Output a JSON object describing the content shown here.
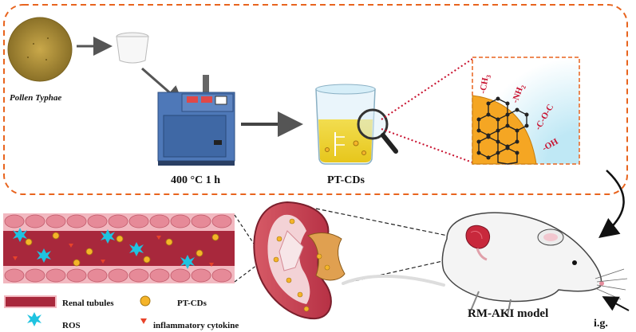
{
  "labels": {
    "pollen": "Pollen Typhae",
    "temp": "400 °C  1 h",
    "ptcds": "PT-CDs",
    "model": "RM-AKI model",
    "ig": "i.g."
  },
  "groups": {
    "ch3": "-CH",
    "ch3_sub": "3",
    "nh2": "-NH",
    "nh2_sub": "2",
    "coc": "-C-O-C",
    "oh": "-OH"
  },
  "legend": {
    "renal": "Renal tubules",
    "ptcds": "PT-CDs",
    "ros": "ROS",
    "cytokine": "inflammatory cytokine"
  },
  "colors": {
    "dash_border": "#e8641e",
    "tubule": "#b9364a",
    "dot": "#f5b429",
    "ros": "#1fc3e0",
    "cytokine": "#e8432a",
    "label_red": "#c8102e"
  }
}
